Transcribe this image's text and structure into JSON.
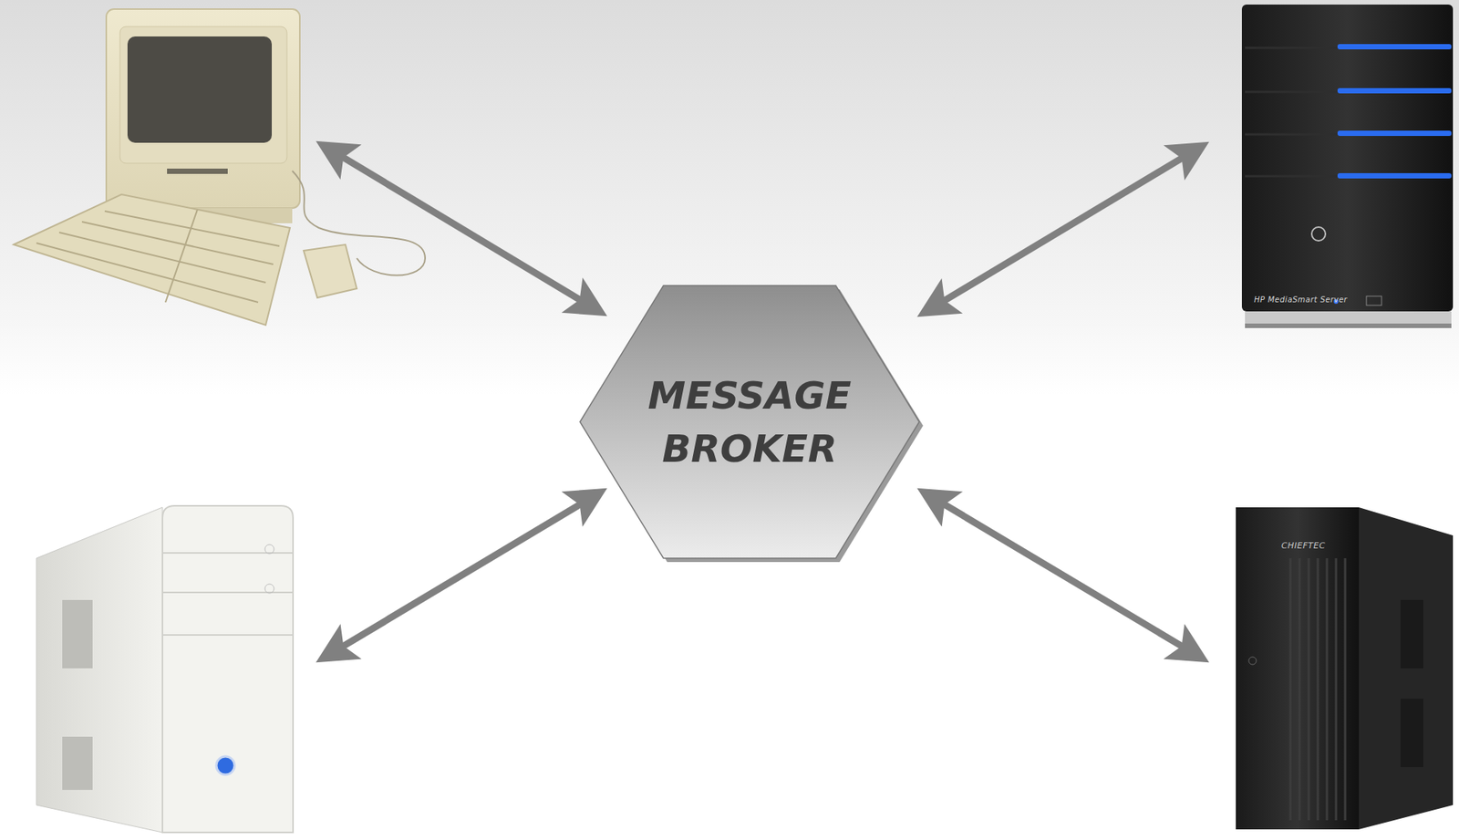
{
  "diagram": {
    "nodes": [
      {
        "text": [
          "MESSAGE BROKER"
        ]
      }
    ],
    "labels": [
      "HP MediaSmart Server",
      "CHIEFTEC"
    ]
  }
}
